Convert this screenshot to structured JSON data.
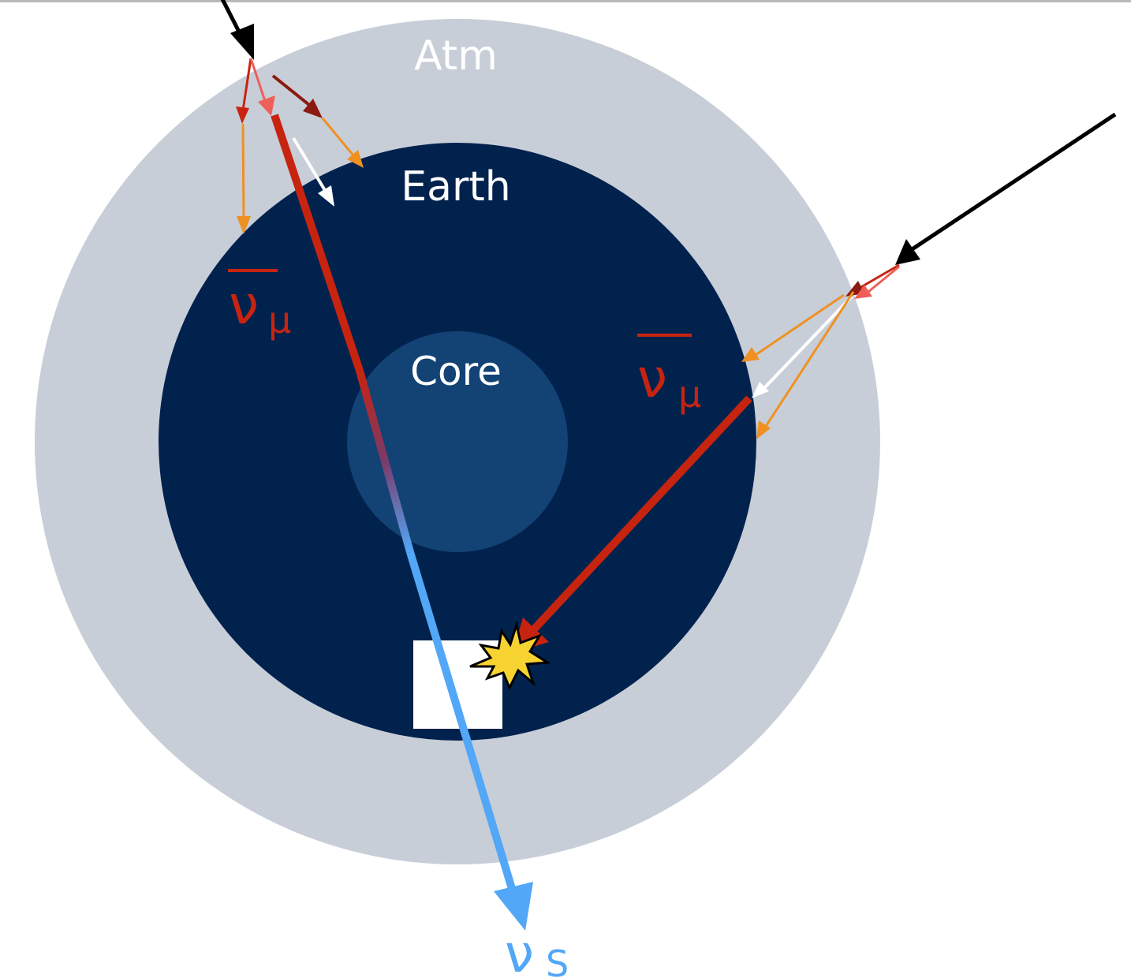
{
  "labels": {
    "atmosphere": "Atm",
    "earth": "Earth",
    "core": "Core",
    "antineutrino_left_base": "ν",
    "antineutrino_left_sub": "μ",
    "antineutrino_right_base": "ν",
    "antineutrino_right_sub": "μ",
    "sterile_base": "ν",
    "sterile_sub": "S"
  },
  "colors": {
    "background": "#ffffff",
    "atmosphere": "#c8ced8",
    "earth": "#02224e",
    "core": "#134274",
    "cosmic_ray": "#000000",
    "antineutrino": "#c72410",
    "sterile_neutrino": "#52a7f7",
    "secondary_orange": "#ef9122",
    "secondary_darkred": "#8b1a10",
    "secondary_pink": "#ee5f5a",
    "secondary_white": "#ffffff",
    "detector": "#ffffff",
    "interaction_star": "#f7d332"
  },
  "icons": {
    "detector": "detector-box",
    "interaction": "interaction-burst-icon"
  }
}
